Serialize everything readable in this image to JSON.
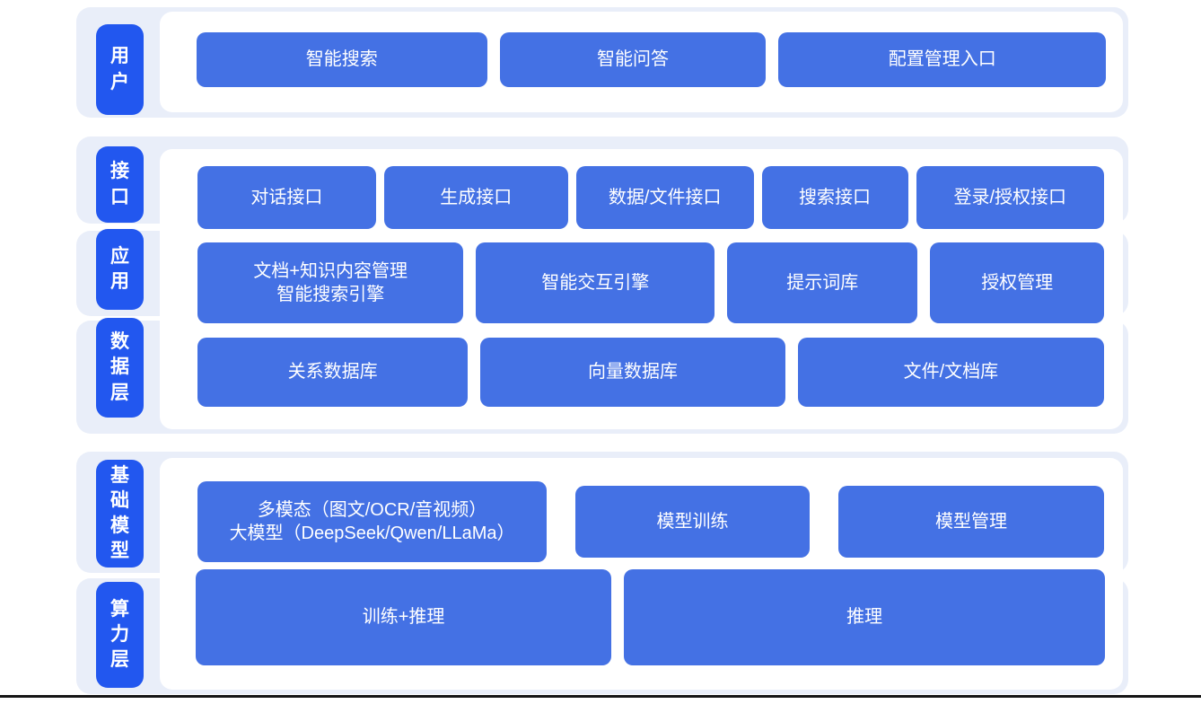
{
  "colors": {
    "page_background": "#ffffff",
    "strip_background": "#e9eef9",
    "panel_background": "#ffffff",
    "label_blue": "#2257ef",
    "box_blue": "#4471e4",
    "text_white": "#ffffff",
    "divider_black": "#151515"
  },
  "sections": [
    {
      "name": "user-layer",
      "labels": [
        {
          "text": "用户"
        }
      ],
      "rows": [
        {
          "boxes": [
            {
              "text": "智能搜索"
            },
            {
              "text": "智能问答"
            },
            {
              "text": "配置管理入口"
            }
          ]
        }
      ]
    },
    {
      "name": "interface-app-data-layer",
      "labels": [
        {
          "text": "接口"
        },
        {
          "text": "应用"
        },
        {
          "text": "数据层"
        }
      ],
      "rows": [
        {
          "boxes": [
            {
              "text": "对话接口"
            },
            {
              "text": "生成接口"
            },
            {
              "text": "数据/文件接口"
            },
            {
              "text": "搜索接口"
            },
            {
              "text": "登录/授权接口"
            }
          ]
        },
        {
          "boxes": [
            {
              "text": "文档+知识内容管理\n智能搜索引擎"
            },
            {
              "text": "智能交互引擎"
            },
            {
              "text": "提示词库"
            },
            {
              "text": "授权管理"
            }
          ]
        },
        {
          "boxes": [
            {
              "text": "关系数据库"
            },
            {
              "text": "向量数据库"
            },
            {
              "text": "文件/文档库"
            }
          ]
        }
      ]
    },
    {
      "name": "foundation-compute-layer",
      "labels": [
        {
          "text": "基础模型"
        },
        {
          "text": "算力层"
        }
      ],
      "rows": [
        {
          "boxes": [
            {
              "text": "多模态（图文/OCR/音视频）\n大模型（DeepSeek/Qwen/LLaMa）"
            },
            {
              "text": "模型训练"
            },
            {
              "text": "模型管理"
            }
          ]
        },
        {
          "boxes": [
            {
              "text": "训练+推理"
            },
            {
              "text": "推理"
            }
          ]
        }
      ]
    }
  ]
}
